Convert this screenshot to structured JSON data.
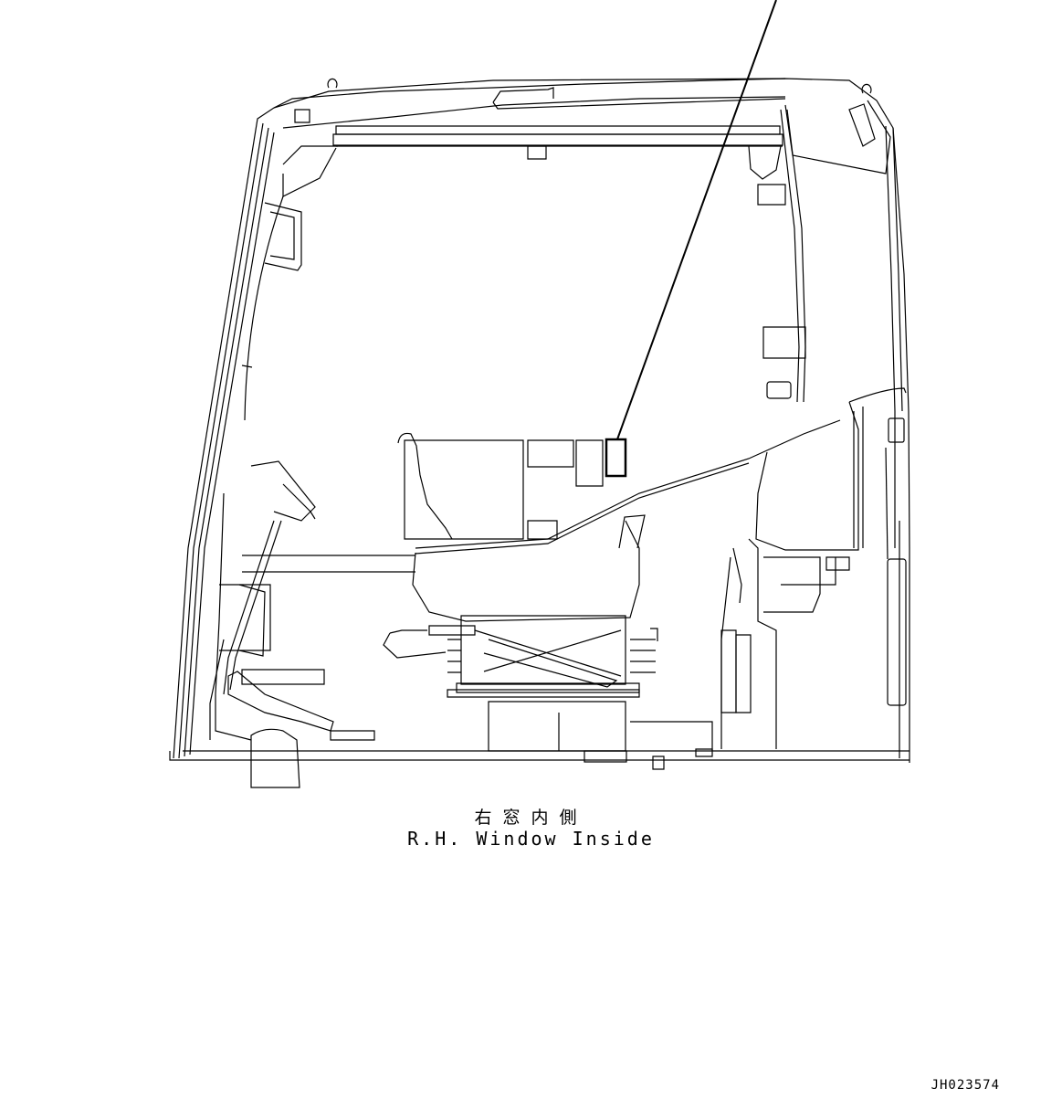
{
  "diagram": {
    "caption_japanese": "右窓内側",
    "caption_english": "R.H. Window Inside",
    "drawing_code": "JH023574",
    "subject": "operator cab interior, right-hand window side view",
    "highlighted_label": {
      "description": "label location indicated by leader line",
      "position": "rear wall above seat backrest"
    },
    "colors": {
      "line": "#000000",
      "background": "#ffffff"
    }
  }
}
